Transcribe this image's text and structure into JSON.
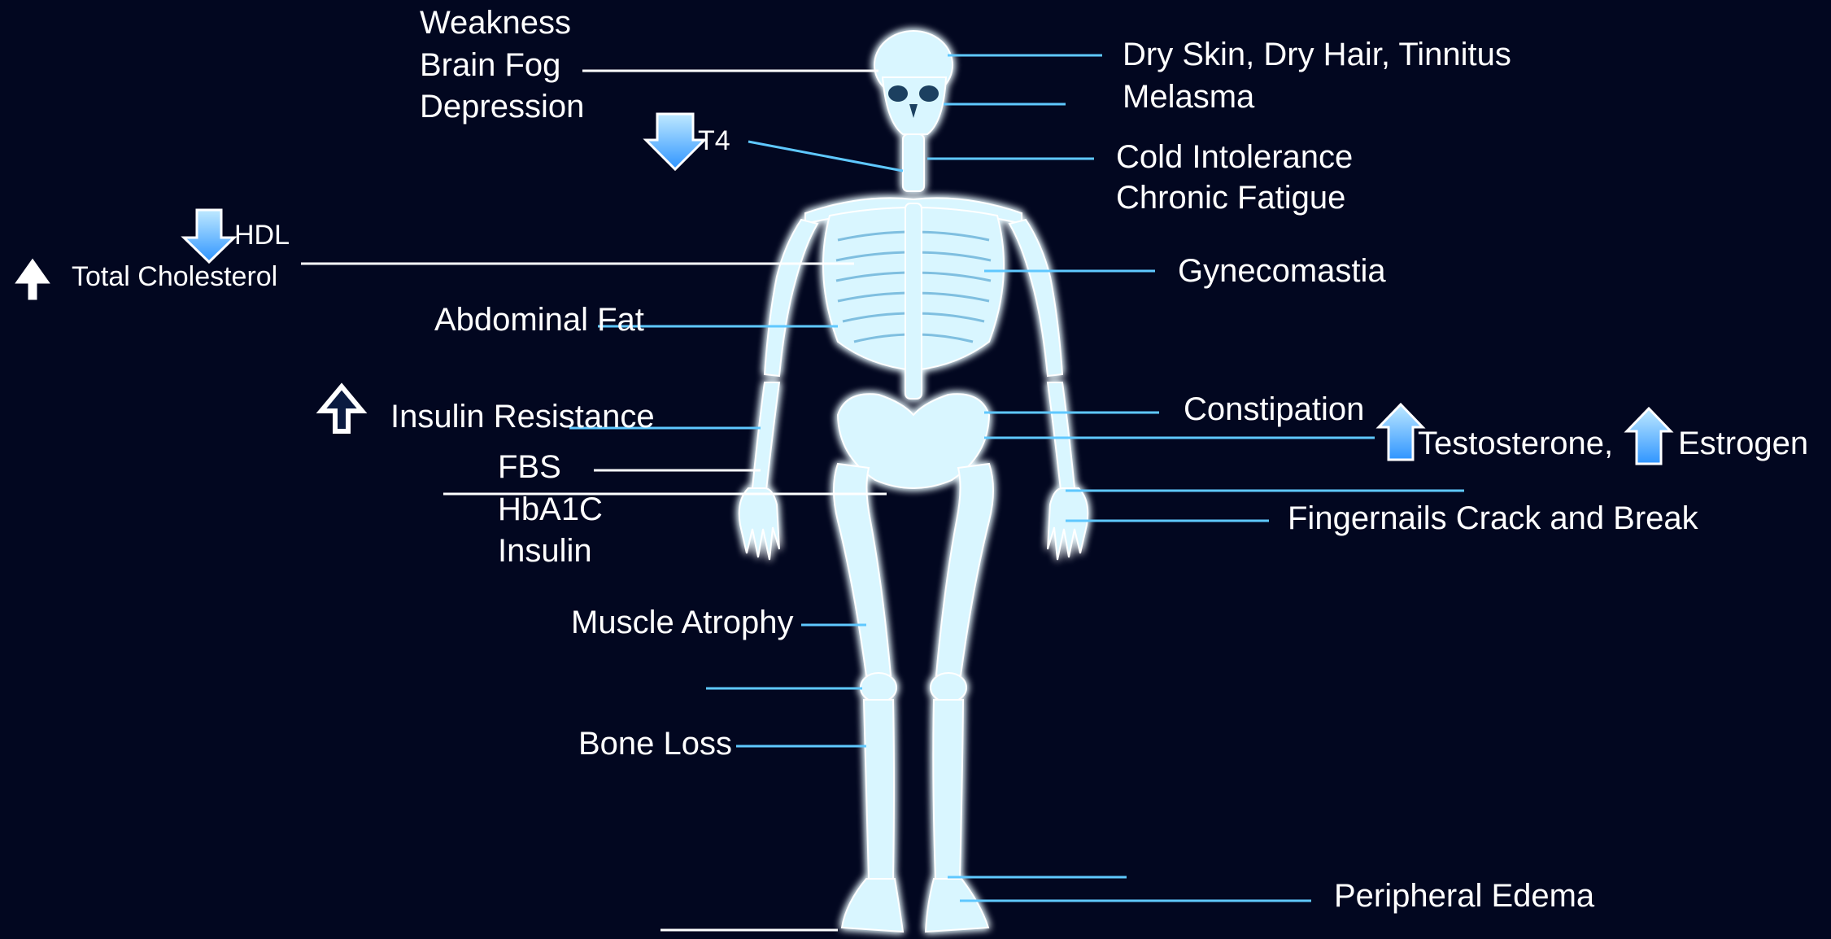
{
  "colors": {
    "background": "#020720",
    "bone": "#d9f6ff",
    "bone_glow": "#4fd4ff",
    "leader_line": "#5fc8ff",
    "arrow_up_light": "#ffffff",
    "arrow_blue": "#4ab4ff"
  },
  "labels": {
    "weakness": "Weakness",
    "brain_fog": "Brain Fog",
    "depression": "Depression",
    "t4": "T4",
    "hdl": "HDL",
    "total_cholesterol": "Total Cholesterol",
    "abdominal_fat": "Abdominal Fat",
    "insulin_resistance": "Insulin Resistance",
    "fbs": "FBS",
    "hba1c": "HbA1C",
    "insulin": "Insulin",
    "muscle_atrophy": "Muscle Atrophy",
    "bone_loss": "Bone Loss",
    "dry_skin": "Dry Skin, Dry Hair, Tinnitus",
    "melasma": "Melasma",
    "cold_intolerance": "Cold Intolerance",
    "chronic_fatigue": "Chronic Fatigue",
    "gynecomastia": "Gynecomastia",
    "constipation": "Constipation",
    "testosterone": "Testosterone,",
    "estrogen": "Estrogen",
    "fingernails": "Fingernails Crack and Break",
    "peripheral_edema": "Peripheral Edema"
  },
  "arrows": {
    "t4": "arrow-down-icon",
    "hdl": "arrow-down-icon",
    "total_cholesterol": "arrow-up-icon",
    "insulin_resistance": "arrow-up-icon",
    "testosterone": "arrow-up-icon",
    "estrogen": "arrow-up-icon"
  }
}
